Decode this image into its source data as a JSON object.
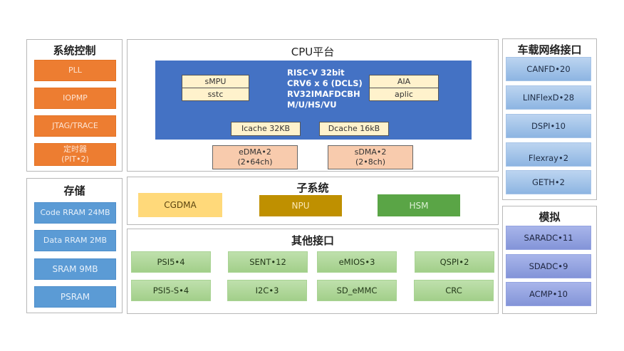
{
  "system_control": {
    "title": "系统控制",
    "items": [
      "PLL",
      "IOPMP",
      "JTAG/TRACE",
      "定时器\n(PIT•2)"
    ]
  },
  "storage": {
    "title": "存储",
    "items": [
      "Code RRAM 24MB",
      "Data RRAM 2MB",
      "SRAM 9MB",
      "PSRAM"
    ]
  },
  "cpu_platform": {
    "title": "CPU平台",
    "core_lines": [
      "RISC-V 32bit",
      "CRV6 x 6 (DCLS)",
      "RV32IMAFDCBH",
      "M/U/HS/VU"
    ],
    "left_stack": [
      "sMPU",
      "sstc"
    ],
    "right_stack": [
      "AIA",
      "aplic"
    ],
    "caches": [
      "Icache 32KB",
      "Dcache 16kB"
    ],
    "dma": [
      "eDMA•2\n(2•64ch)",
      "sDMA•2\n(2•8ch)"
    ]
  },
  "subsystem": {
    "title": "子系统",
    "items": [
      {
        "label": "CGDMA",
        "color": "#ffd97a"
      },
      {
        "label": "NPU",
        "color": "#bf9000"
      },
      {
        "label": "HSM",
        "color": "#5aa546"
      }
    ]
  },
  "other_interfaces": {
    "title": "其他接口",
    "row1": [
      "PSI5•4",
      "SENT•12",
      "eMIOS•3",
      "QSPI•2"
    ],
    "row2": [
      "PSI5-S•4",
      "I2C•3",
      "SD_eMMC",
      "CRC"
    ]
  },
  "vehicle_network": {
    "title": "车载网络接口",
    "items": [
      "CANFD•20",
      "LINFlexD•28",
      "DSPI•10",
      "Flexray•2",
      "GETH•2"
    ]
  },
  "analog": {
    "title": "模拟",
    "items": [
      "SARADC•11",
      "SDADC•9",
      "ACMP•10"
    ]
  }
}
